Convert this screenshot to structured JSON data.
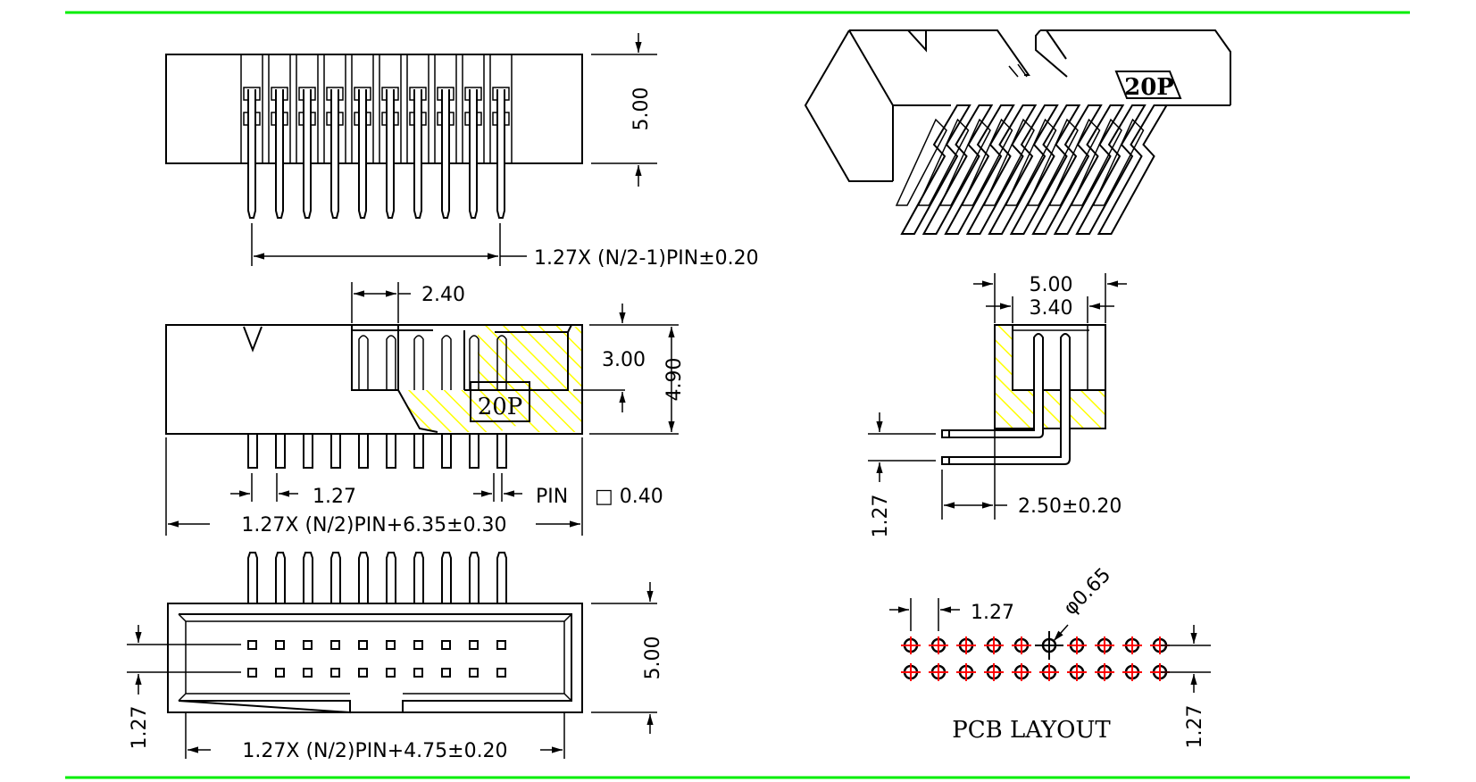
{
  "colors": {
    "frame_line": "#00ee00",
    "ink": "#000000",
    "section_hatch": "#ffff00",
    "pcb_cross": "#ff0000"
  },
  "product": {
    "pin_label": "20P",
    "pins_per_row": 10,
    "rows": 2
  },
  "top_view": {
    "height_dim": "5.00",
    "pin_span_dim": "1.27X (N/2-1)PIN±0.20"
  },
  "side_view": {
    "latch_dim": "2.40",
    "inner_height_dim": "3.00",
    "total_height_dim": "4.90",
    "pitch_dim": "1.27",
    "pin_label": "PIN",
    "pin_size_dim": "□ 0.40",
    "length_dim": "1.27X (N/2)PIN+6.35±0.30"
  },
  "front_view": {
    "height_dim": "5.00",
    "row_pitch_dim": "1.27",
    "opening_dim": "1.27X (N/2)PIN+4.75±0.20"
  },
  "end_view": {
    "outer_width_dim": "5.00",
    "inner_width_dim": "3.40",
    "row_pitch_dim": "1.27",
    "offset_dim": "2.50±0.20"
  },
  "pcb_layout": {
    "pitch_dim": "1.27",
    "hole_dim": "φ0.65",
    "row_pitch_dim": "1.27",
    "title": "PCB LAYOUT"
  }
}
